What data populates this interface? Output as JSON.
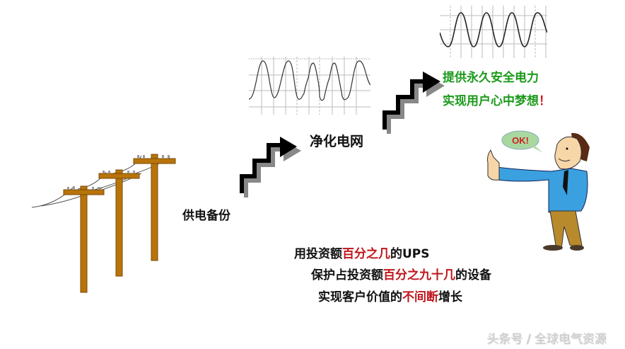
{
  "stages": [
    {
      "label": "供电备份"
    },
    {
      "label": "净化电网"
    },
    {
      "label": "提供永久安全电力"
    }
  ],
  "goal": {
    "line1": "提供永久安全电力",
    "line2_main": "实现用户心中梦想",
    "line2_mark": "！"
  },
  "speech_bubble": {
    "text": "OK!"
  },
  "statements": [
    {
      "parts": [
        {
          "text": "用投资额",
          "style": "normal"
        },
        {
          "text": "百分之几",
          "style": "red"
        },
        {
          "text": "的UPS",
          "style": "normal"
        }
      ]
    },
    {
      "parts": [
        {
          "text": "保护占投资额",
          "style": "normal"
        },
        {
          "text": "百分之九十几",
          "style": "red"
        },
        {
          "text": "的设备",
          "style": "normal"
        }
      ]
    },
    {
      "parts": [
        {
          "text": "实现客户价值的",
          "style": "normal"
        },
        {
          "text": "不间断",
          "style": "red"
        },
        {
          "text": "增长",
          "style": "normal"
        }
      ]
    }
  ],
  "watermark": "头条号 / 全球电气资源",
  "icons": [
    "power-pole-icon",
    "stair-arrow-icon",
    "distorted-waveform-icon",
    "sine-waveform-icon",
    "thumbs-up-man-icon"
  ],
  "colors": {
    "green": "#1a9a1a",
    "red": "#d01818",
    "pole": "#b8740a",
    "suit": "#3aa0e0"
  }
}
